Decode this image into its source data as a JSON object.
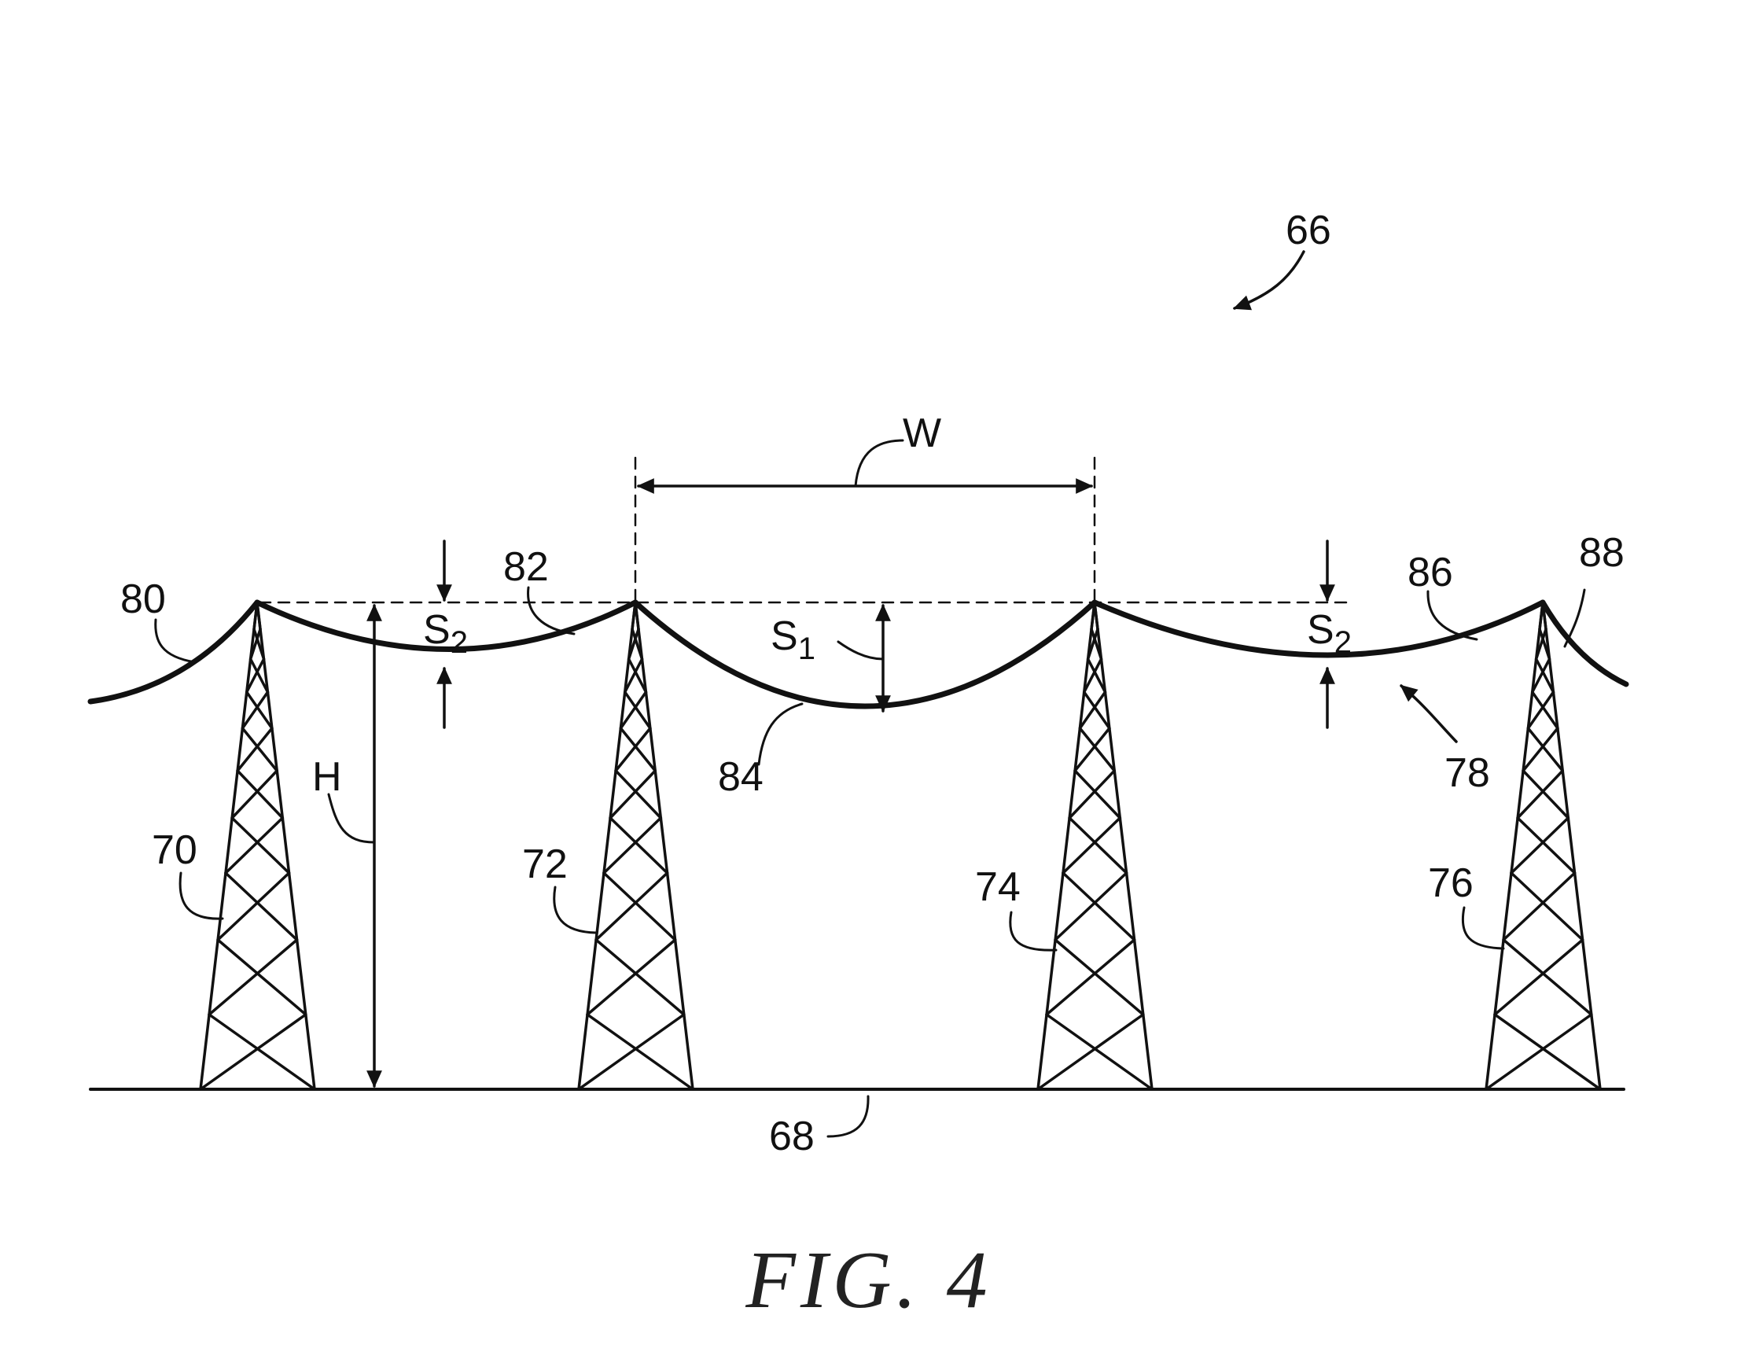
{
  "figure": {
    "caption": "FIG. 4",
    "ref_system": "66",
    "ref_ground": "68",
    "towers": [
      "70",
      "72",
      "74",
      "76"
    ],
    "ref_line": "78",
    "line_refs": [
      "80",
      "82",
      "84",
      "86",
      "88"
    ],
    "dimensions": {
      "width": "W",
      "height": "H",
      "sag1_letter": "S",
      "sag1_sub": "1",
      "sag2_letter": "S",
      "sag2_sub": "2"
    }
  }
}
